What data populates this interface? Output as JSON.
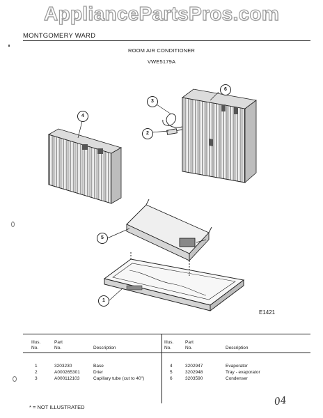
{
  "watermark": "AppliancePartsPros.com",
  "brand": "MONTGOMERY WARD",
  "product_title": "ROOM AIR CONDITIONER",
  "model": "VWE5179A",
  "figure_id": "E1421",
  "callouts": [
    "1",
    "2",
    "3",
    "4",
    "5",
    "6"
  ],
  "table": {
    "headers": {
      "illus_no": "Illus.\nNo.",
      "part_no": "Part\nNo.",
      "description": "Description"
    },
    "left_rows": [
      {
        "illus": "1",
        "part": "3203230",
        "desc": "Base"
      },
      {
        "illus": "2",
        "part": "A000265301",
        "desc": "Drier"
      },
      {
        "illus": "3",
        "part": "A000112103",
        "desc": "Capillary tube (cut to 40\")"
      }
    ],
    "right_rows": [
      {
        "illus": "4",
        "part": "3202947",
        "desc": "Evaporator"
      },
      {
        "illus": "5",
        "part": "3202948",
        "desc": "Tray - evaporator"
      },
      {
        "illus": "6",
        "part": "3203590",
        "desc": "Condenser"
      }
    ]
  },
  "footnote": "* = NOT ILLUSTRATED",
  "handwriting": "04"
}
